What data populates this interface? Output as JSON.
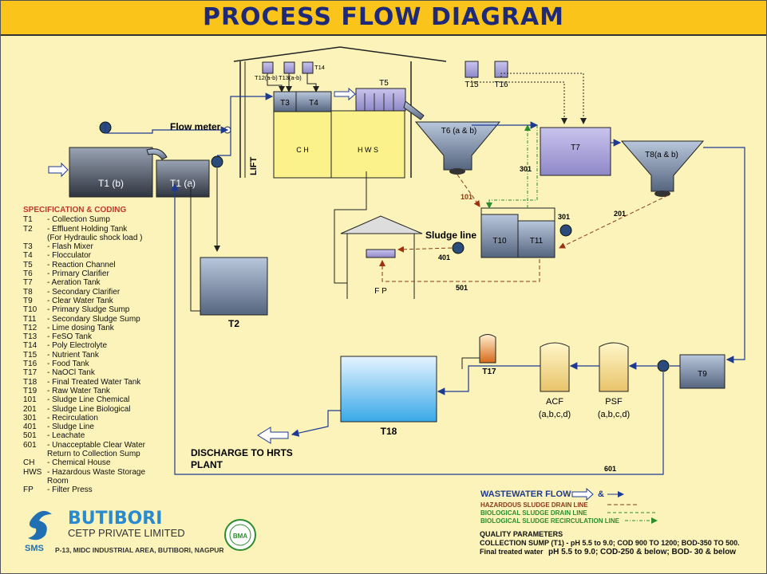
{
  "title": "PROCESS FLOW DIAGRAM",
  "units": {
    "T1b": "T1 (b)",
    "T1a": "T1 (a)",
    "T2": "T2",
    "T3": "T3",
    "T4": "T4",
    "T5": "T5",
    "T6": "T6 (a & b)",
    "T7": "T7",
    "T8": "T8(a & b)",
    "T9": "T9",
    "T10": "T10",
    "T11": "T11",
    "T12": "T12(a-b)",
    "T13": "T13(a-b)",
    "T14": "T14",
    "T15": "T15",
    "T16": "T16",
    "T17": "T17",
    "T18": "T18",
    "CH": "C H",
    "HWS": "H W S",
    "FP": "F P",
    "LIFT": "LIFT",
    "ACF": "ACF",
    "ACF_sub": "(a,b,c,d)",
    "PSF": "PSF",
    "PSF_sub": "(a,b,c,d)"
  },
  "annotations": {
    "flow_meter": "Flow meter",
    "sludge_line": "Sludge line",
    "discharge_1": "DISCHARGE TO HRTS",
    "discharge_2": "PLANT",
    "l101": "101",
    "l201": "201",
    "l301a": "301",
    "l301b": "301",
    "l401": "401",
    "l501": "501",
    "l601": "601"
  },
  "spec": {
    "heading": "SPECIFICATION & CODING",
    "rows": [
      [
        "T1",
        "-  Collection Sump"
      ],
      [
        "T2",
        "-  Effluent Holding Tank"
      ],
      [
        "",
        "   (For Hydraulic shock load )"
      ],
      [
        "T3",
        "-  Flash Mixer"
      ],
      [
        "T4",
        "-  Flocculator"
      ],
      [
        "T5",
        "-  Reaction Channel"
      ],
      [
        "T6",
        "-  Primary Clarifier"
      ],
      [
        "T7",
        "-  Aeration Tank"
      ],
      [
        "T8",
        "-  Secondary Clarifier"
      ],
      [
        "T9",
        "-  Clear Water Tank"
      ],
      [
        "T10",
        "-  Primary Sludge Sump"
      ],
      [
        "T11",
        "-  Secondary Sludge Sump"
      ],
      [
        "T12",
        "-  Lime dosing Tank"
      ],
      [
        "T13",
        "-  FeSO  Tank"
      ],
      [
        "T14",
        "-  Poly Electrolyte"
      ],
      [
        "T15",
        "-  Nutrient Tank"
      ],
      [
        "T16",
        "-  Food Tank"
      ],
      [
        "T17",
        "-  NaOCl Tank"
      ],
      [
        "T18",
        "-  Final Treated Water Tank"
      ],
      [
        "T19",
        "-  Raw Water Tank"
      ],
      [
        "101",
        "-  Sludge Line Chemical"
      ],
      [
        "201",
        "-  Sludge Line Biological"
      ],
      [
        "301",
        "-  Recirculation"
      ],
      [
        "401",
        "-  Sludge Line"
      ],
      [
        "501",
        "-  Leachate"
      ],
      [
        "601",
        "-  Unacceptable Clear Water"
      ],
      [
        "",
        "   Return to Collection Sump"
      ],
      [
        "CH",
        "-  Chemical House"
      ],
      [
        "HWS",
        "-  Hazardous Waste Storage"
      ],
      [
        "",
        "   Room"
      ],
      [
        "FP",
        "-  Filter Press"
      ]
    ]
  },
  "legend": {
    "wastewater": "WASTEWATER FLOW",
    "amp": "&",
    "hazardous": "HAZARDOUS SLUDGE DRAIN LINE",
    "biological": "BIOLOGICAL SLUDGE DRAIN LINE",
    "recirc": "BIOLOGICAL SLUDGE RECIRCULATION LINE",
    "colors": {
      "wastewater": "#1f3a93",
      "hazardous": "#8b3a1a",
      "biological": "#3a8a3a"
    }
  },
  "quality": {
    "heading": "QUALITY PARAMETERS",
    "line1": "COLLECTION SUMP (T1) - pH 5.5 to 9.0; COD 900 TO 1200; BOD-350 TO 500.",
    "line2_a": "Final treated water",
    "line2_b": "pH 5.5 to 9.0; COD-250 & below; BOD- 30 & below"
  },
  "company": {
    "name": "BUTIBORI",
    "sub": "CETP PRIVATE LIMITED",
    "address": "P-13, MIDC INDUSTRIAL AREA, BUTIBORI, NAGPUR",
    "sms": "SMS",
    "bma": "BMA"
  }
}
